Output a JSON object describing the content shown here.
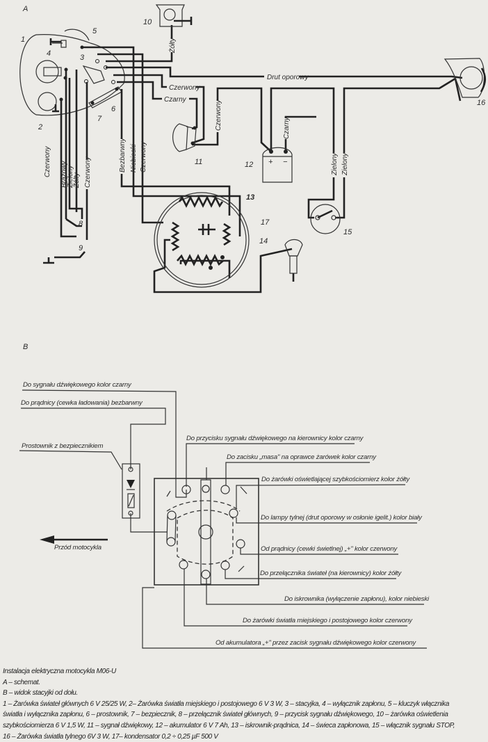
{
  "part_a": {
    "heading": "A",
    "numbers": [
      "1",
      "2",
      "3",
      "4",
      "5",
      "6",
      "7",
      "8",
      "9",
      "10",
      "11",
      "12",
      "13",
      "14",
      "15",
      "16",
      "17"
    ],
    "wire_labels": {
      "zolty_lamp10": "Żółty",
      "drut_oporowy": "Drut oporowy",
      "czerwony_horn_top": "Czerwony",
      "czarny_horn": "Czarny",
      "czerwony_battery": "Czerwony",
      "czarny_battery": "Czarny",
      "czerwony_left": "Czerwony",
      "brazowy": "Brązowy",
      "zielony_left": "Zielony",
      "zolty_left": "Żółty",
      "czerwony_left2": "Czerwony",
      "bezbarwny": "Bezbarwny",
      "niebieski": "Niebieski",
      "czerwony_mid": "Czerwony",
      "zielony_1": "Zielony",
      "zielony_2": "Zielony",
      "plus": "+",
      "minus": "−"
    }
  },
  "part_b": {
    "heading": "B",
    "left_labels": {
      "horn_black": "Do sygnału dźwiękowego kolor czarny",
      "generator_charge": "Do prądnicy (cewka ładowania) bezbarwny",
      "rectifier": "Prostownik z bezpiecznikiem",
      "front": "Przód motocykla"
    },
    "right_labels": [
      "Do przycisku sygnału dźwiękowego na kierownicy kolor czarny",
      "Do zacisku „masa\" na oprawce żarówek kolor czarny",
      "Do żarówki oświetlającej szybkościomierz kolor żółty",
      "Do lampy tylnej (drut oporowy w osłonie igelit.) kolor biały",
      "Od prądnicy (cewki świetlnej) „+\" kolor czerwony",
      "Do przełącznika świateł (na kierownicy) kolor żółty",
      "Do iskrownika (wyłączenie zapłonu), kolor niebieski",
      "Do żarówki światła miejskiego i postojowego kolor czerwony",
      "Od akumulatora „+\" przez zacisk sygnału dźwiękowego kolor czerwony"
    ]
  },
  "caption": {
    "title": "Instalacja elektryczna motocykla M06-U",
    "a": "A – schemat.",
    "b": "B – widok stacyjki od dołu.",
    "legend_lines": [
      "1 – Żarówka świateł głównych 6 V 25/25 W, 2– Żarówka światła miejskiego i postojowego 6 V 3 W, 3 – stacyjka, 4 – wyłącznik zapłonu, 5 – kluczyk włącznika",
      "światła i wyłącznika zapłonu, 6 – prostownik, 7 – bezpiecznik, 8 – przełącznik świateł głównych, 9 – przycisk sygnału dźwiękowego, 10 – żarówka oświetlenia",
      "szybkościomierza 6 V 1,5 W, 11 – sygnał dźwiękowy, 12 – akumulator 6 V 7 Ah, 13 – iskrownik-prądnica, 14 – świeca zapłonowa, 15 – włącznik sygnału STOP,",
      "16 – Żarówka światła tylnego 6V 3 W, 17– kondensator 0,2 ÷ 0,25 µF 500 V"
    ]
  }
}
